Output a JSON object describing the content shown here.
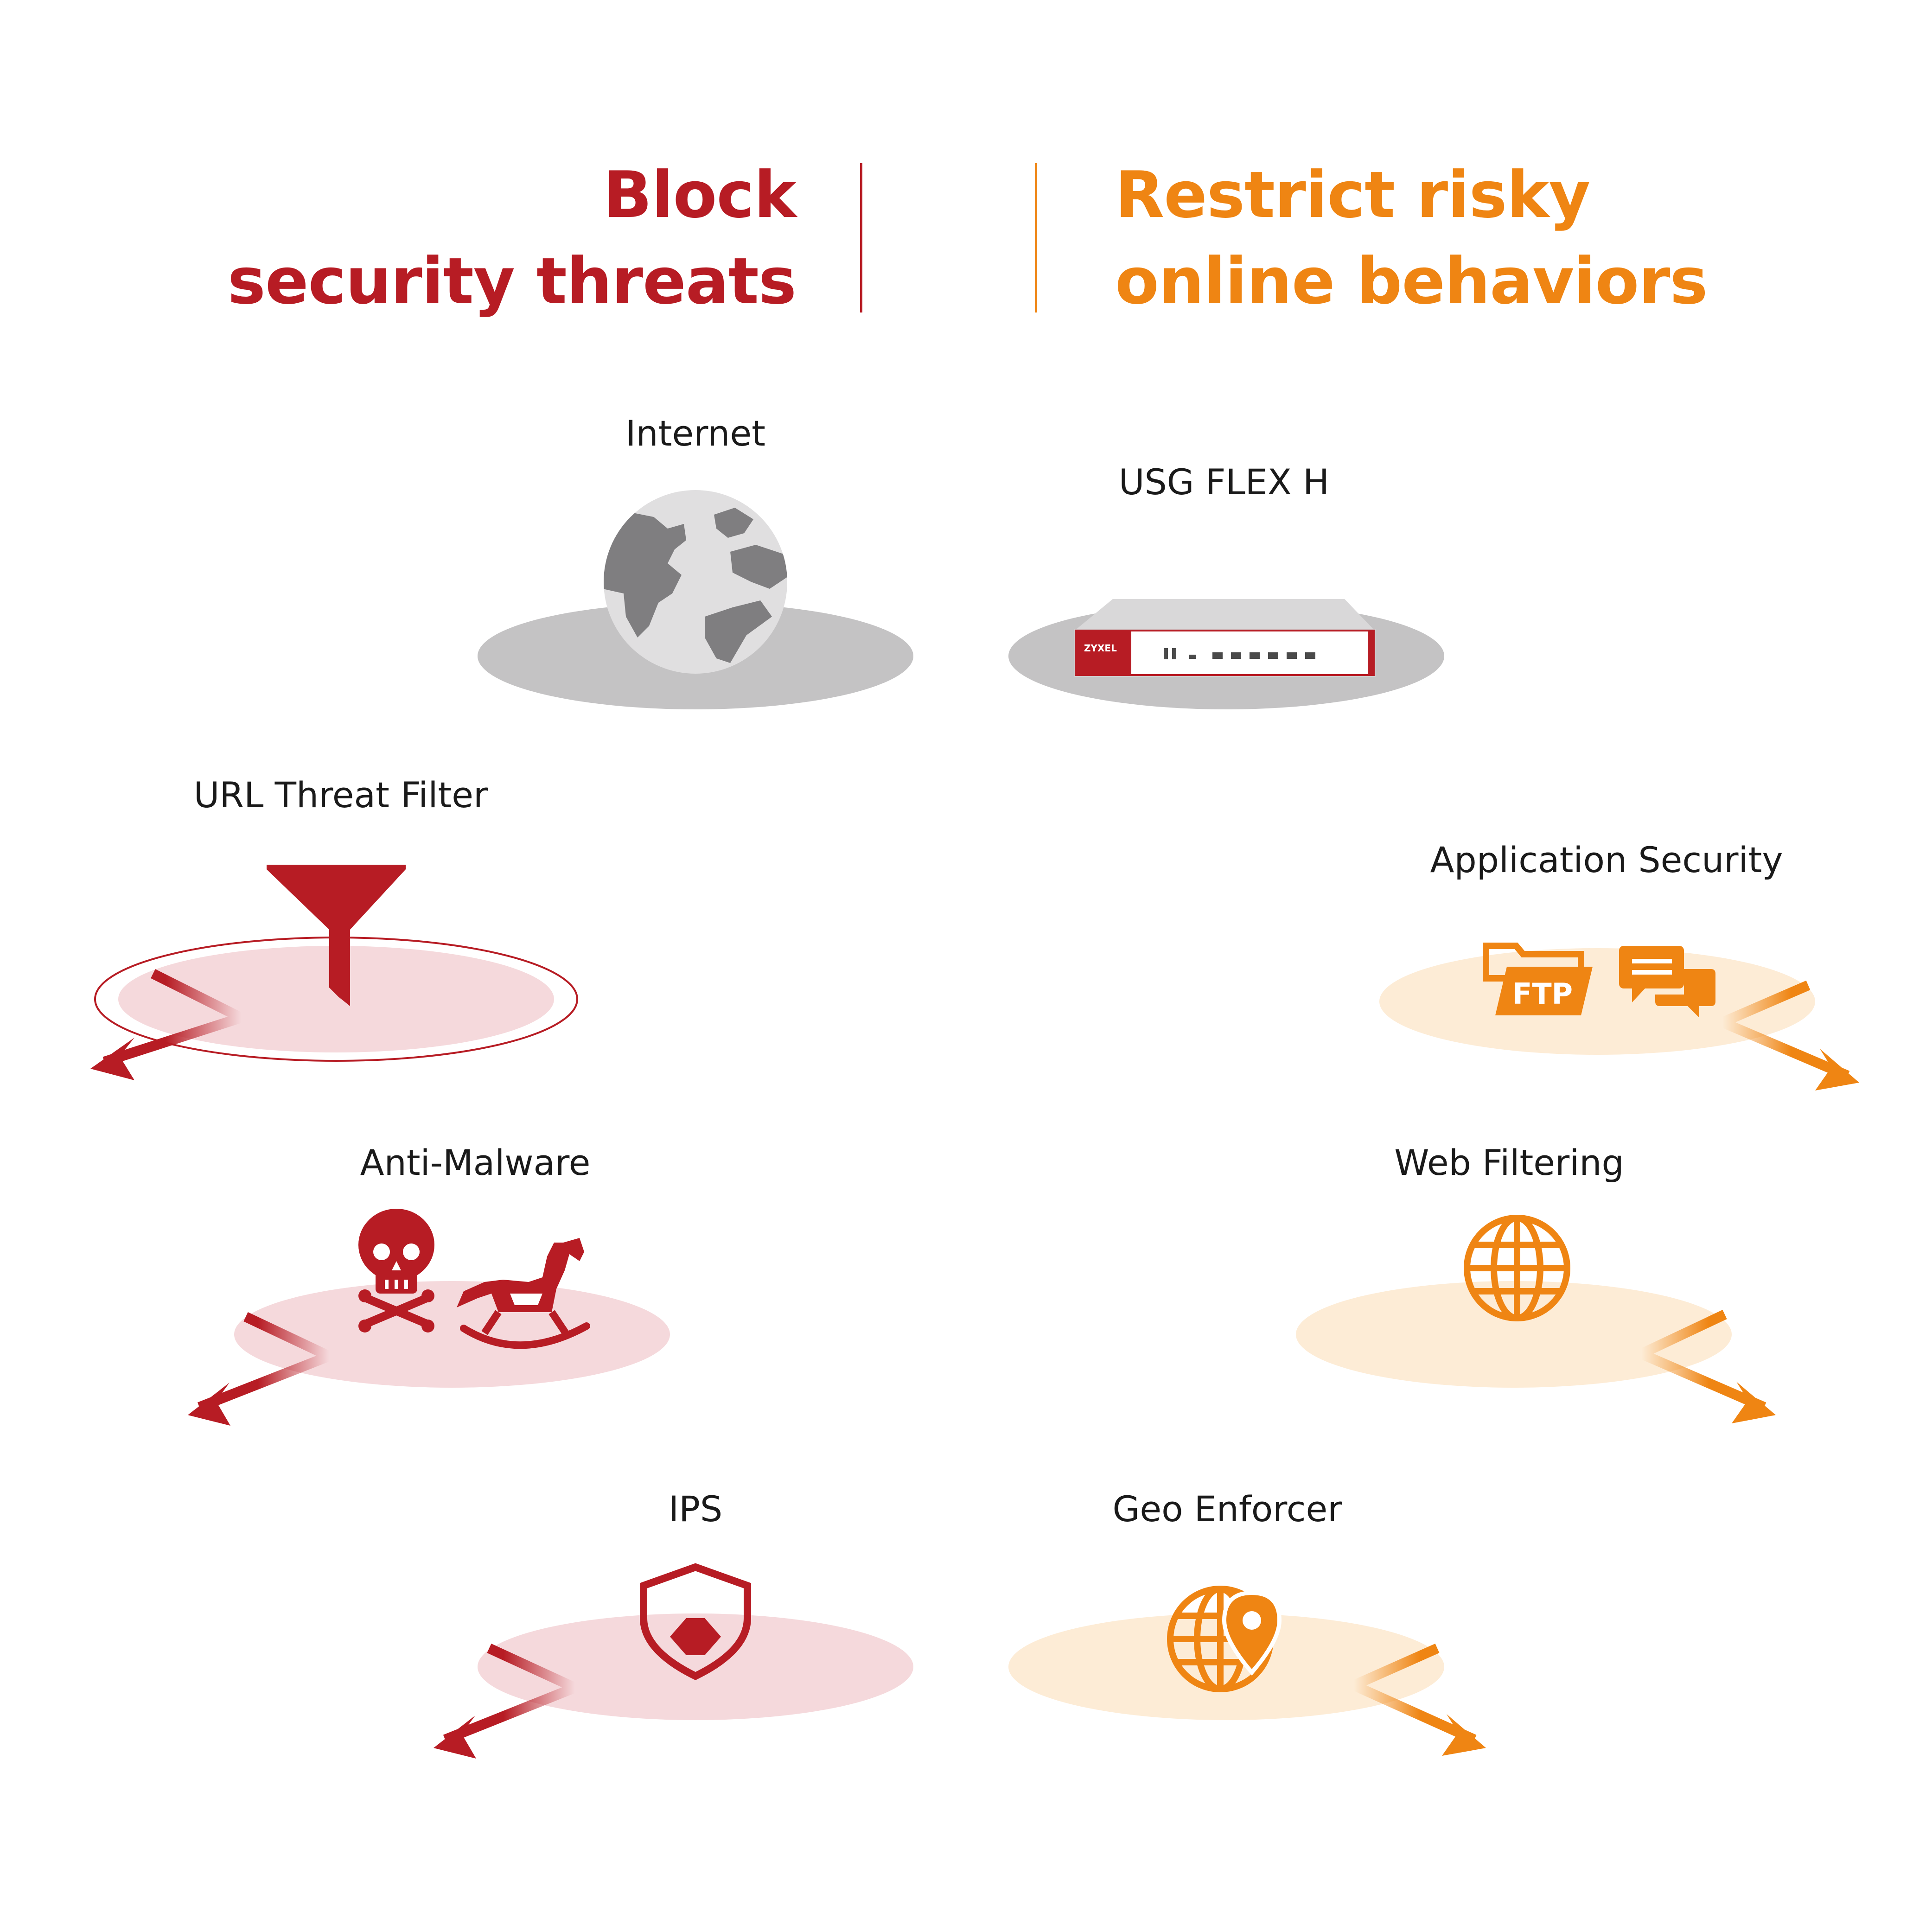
{
  "headings": {
    "left": {
      "line1": "Block",
      "line2": "security threats",
      "color": "#b71c24"
    },
    "right": {
      "line1": "Restrict risky",
      "line2": "online behaviors",
      "color": "#ef8513"
    }
  },
  "nodes": {
    "internet": {
      "label": "Internet",
      "icon": "globe-icon"
    },
    "device": {
      "label": "USG FLEX H",
      "icon": "firewall-appliance-icon",
      "brand": "ZYXEL"
    },
    "url_threat_filter": {
      "label": "URL Threat Filter",
      "icon": "funnel-icon"
    },
    "anti_malware": {
      "label": "Anti-Malware",
      "icon": "skull-crossbones-icon"
    },
    "ips": {
      "label": "IPS",
      "icon": "shield-icon"
    },
    "application_security": {
      "label": "Application Security",
      "icon": "ftp-folder-icon",
      "ftp_text": "FTP"
    },
    "web_filtering": {
      "label": "Web Filtering",
      "icon": "web-globe-icon"
    },
    "geo_enforcer": {
      "label": "Geo Enforcer",
      "icon": "geo-globe-pin-icon"
    }
  },
  "colors": {
    "red": "#b71c24",
    "orange": "#ef8513",
    "pink_platform": "#f5d9dc",
    "peach_platform": "#fdecd6",
    "gray_platform": "#c4c3c4"
  }
}
